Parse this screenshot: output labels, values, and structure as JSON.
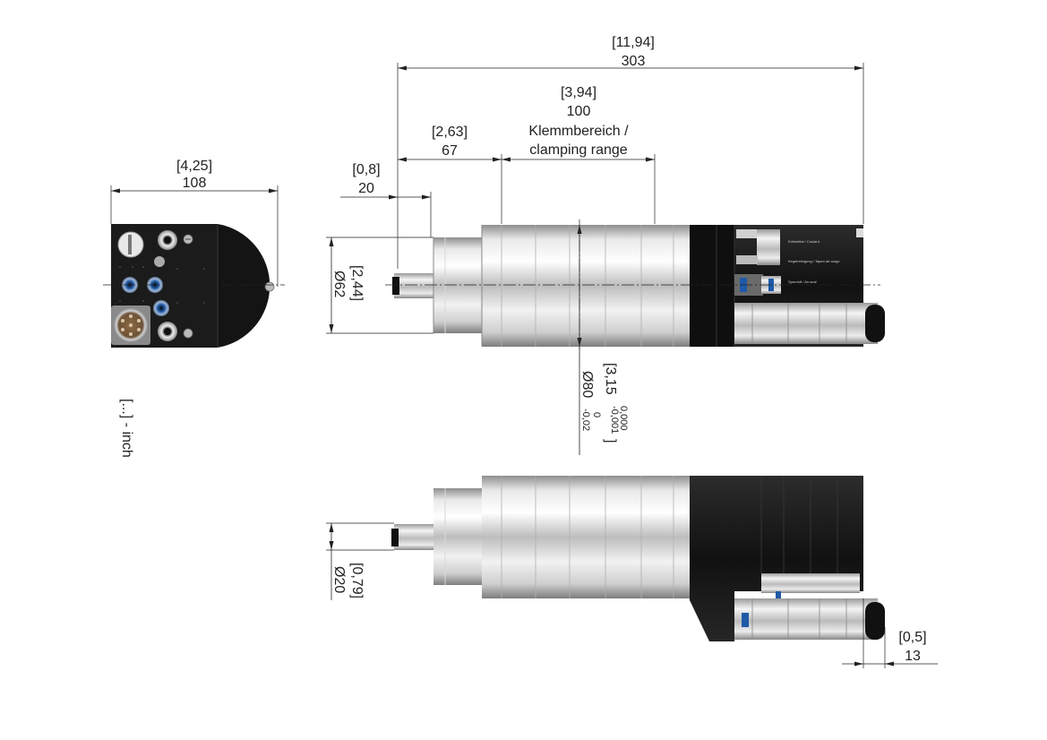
{
  "dimensions": {
    "total_length": {
      "inch": "11,94",
      "mm": "303"
    },
    "clamping_range": {
      "inch": "3,94",
      "mm": "100",
      "label_de": "Klemmbereich /",
      "label_en": "clamping range"
    },
    "front_section": {
      "inch": "2,63",
      "mm": "67"
    },
    "shaft_length": {
      "inch": "0,8",
      "mm": "20"
    },
    "width_end_view": {
      "inch": "4,25",
      "mm": "108"
    },
    "diameter_nose": {
      "inch": "2,44",
      "mm": "Ø62"
    },
    "diameter_body": {
      "inch": "3,15",
      "inch_tol_upper": "0,000",
      "inch_tol_lower": "-0,001",
      "mm": "Ø80",
      "mm_tol_upper": "0",
      "mm_tol_lower": "-0,02"
    },
    "diameter_shaft": {
      "inch": "0,79",
      "mm": "Ø20"
    },
    "connector_offset": {
      "inch": "0,5",
      "mm": "13"
    }
  },
  "legend": {
    "units_note": "[...] - inch"
  },
  "housing_labels": {
    "cooling": "Kühlmittel / Coolant",
    "taper_cleaning": "Kegelreinigung / Tapen air cargo",
    "sealing_air": "Sperrluft / Air seal"
  },
  "colors": {
    "line": "#222222",
    "housing": "#1a1a1a",
    "steel": "#c8c8c8",
    "connector_blue": "#1e5aa8"
  }
}
